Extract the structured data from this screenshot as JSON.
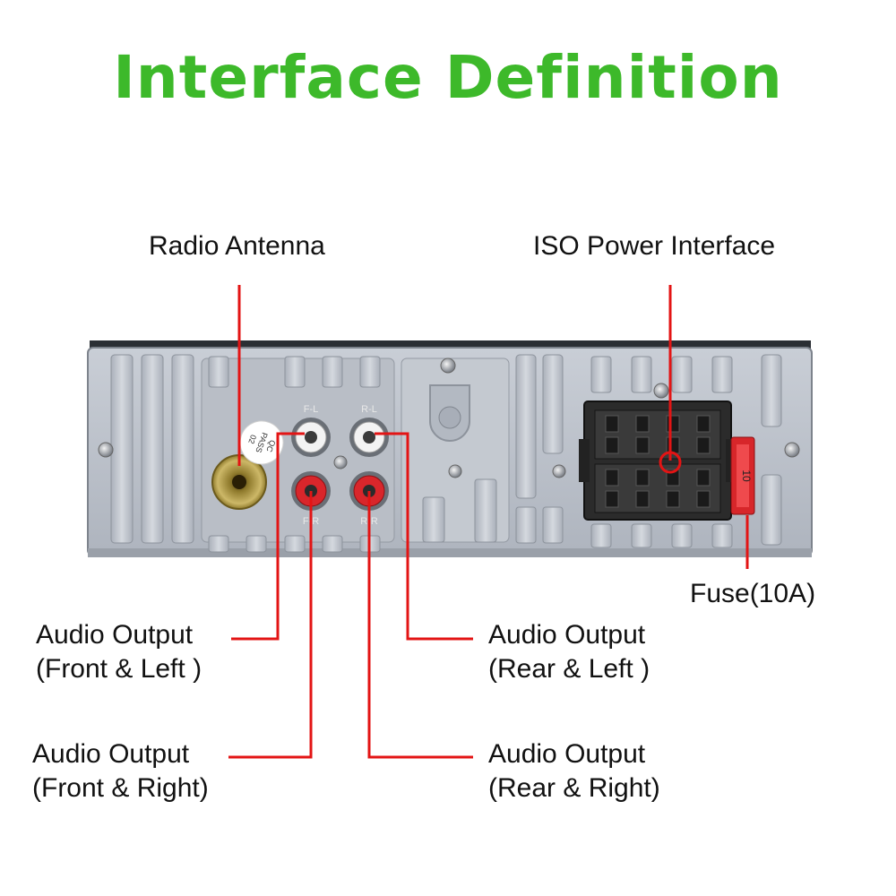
{
  "title": "Interface Definition",
  "colors": {
    "title": "#3db92a",
    "leader_line": "#e31414",
    "panel": "#bcc2cb",
    "text": "#111111"
  },
  "labels": {
    "radio_antenna": "Radio Antenna",
    "iso_power_interface": "ISO Power Interface",
    "fuse": "Fuse(10A)",
    "front_left": {
      "line1": "Audio Output",
      "line2": "(Front & Left )"
    },
    "rear_left": {
      "line1": "Audio Output",
      "line2": "(Rear & Left )"
    },
    "front_right": {
      "line1": "Audio Output",
      "line2": "(Front & Right)"
    },
    "rear_right": {
      "line1": "Audio Output",
      "line2": "(Rear & Right)"
    }
  },
  "device": {
    "jack_labels": {
      "fl": "F-L",
      "rl": "R-L",
      "fr": "F-R",
      "rr": "R-R"
    },
    "qc_sticker": {
      "line1": "QC",
      "line2": "PASS",
      "line3": "02"
    },
    "fuse_marking": "10"
  }
}
